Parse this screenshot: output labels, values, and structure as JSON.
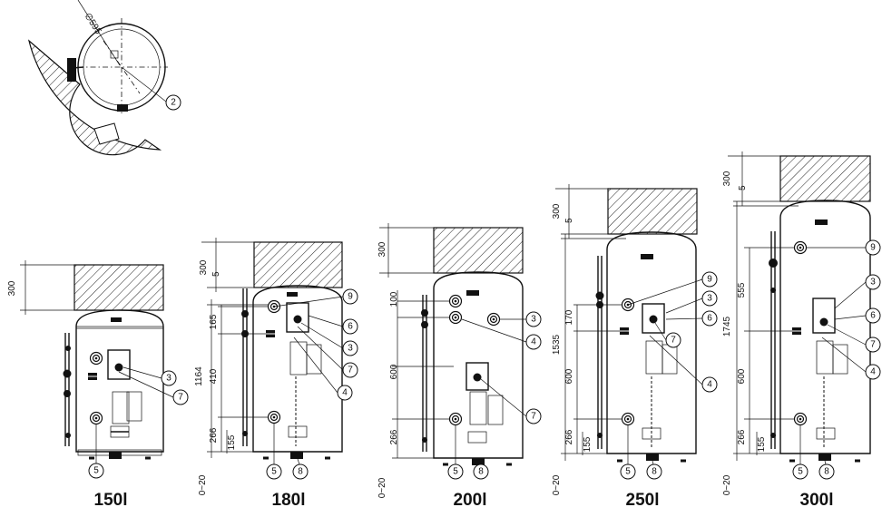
{
  "diagram": {
    "top_view": {
      "diameter_label": "∅595",
      "callout": "2"
    },
    "units": [
      {
        "capacity_label": "150l",
        "dims": [
          "300"
        ],
        "callouts": [
          "3",
          "7",
          "5"
        ]
      },
      {
        "capacity_label": "180l",
        "dims": [
          "300",
          "5",
          "1164",
          "165",
          "410",
          "266",
          "155",
          "0~20"
        ],
        "callouts": [
          "9",
          "6",
          "3",
          "7",
          "4",
          "5",
          "8"
        ]
      },
      {
        "capacity_label": "200l",
        "dims": [
          "300",
          "100",
          "600",
          "266",
          "0~20"
        ],
        "callouts": [
          "3",
          "4",
          "7",
          "5",
          "8"
        ]
      },
      {
        "capacity_label": "250l",
        "dims": [
          "300",
          "5",
          "1535",
          "170",
          "600",
          "266",
          "155",
          "0~20"
        ],
        "callouts": [
          "9",
          "3",
          "6",
          "7",
          "4",
          "5",
          "8"
        ]
      },
      {
        "capacity_label": "300l",
        "dims": [
          "300",
          "5",
          "1745",
          "555",
          "600",
          "266",
          "155",
          "0~20"
        ],
        "callouts": [
          "9",
          "3",
          "6",
          "7",
          "4",
          "5",
          "8"
        ]
      }
    ]
  }
}
